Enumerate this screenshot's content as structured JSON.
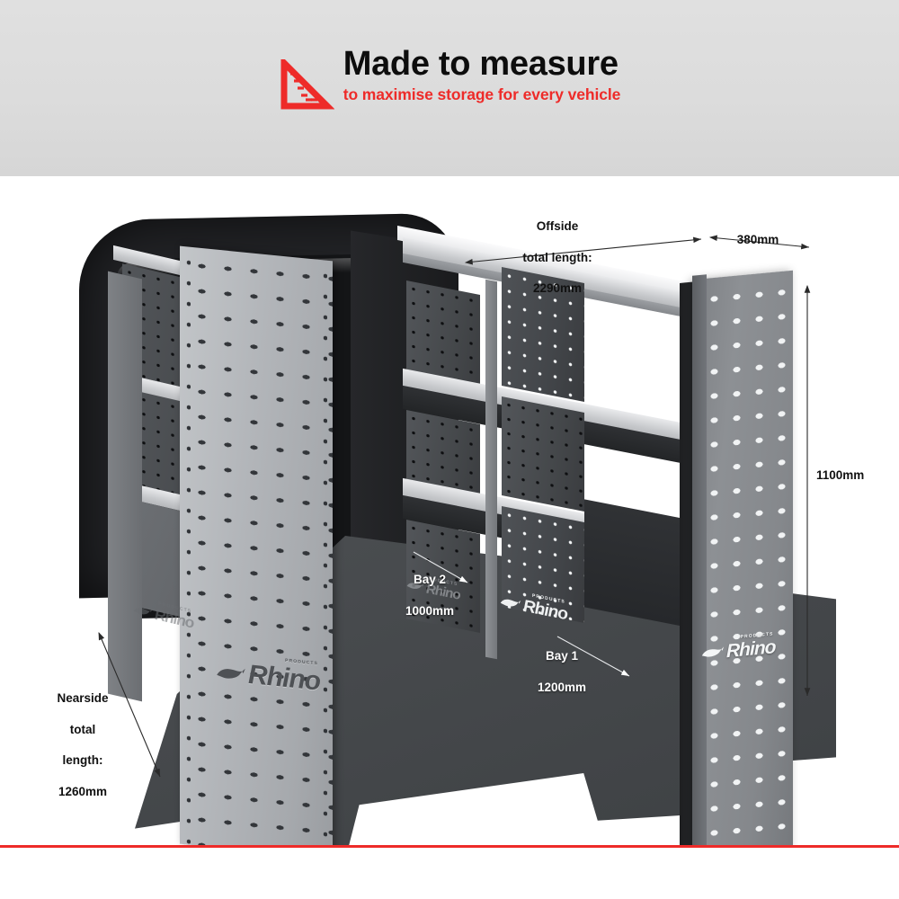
{
  "header": {
    "title": "Made to measure",
    "subtitle": "to maximise storage for every vehicle",
    "icon": "set-square-ruler-icon",
    "accent_color": "#ee2b29",
    "band_color": "#dcdcdc"
  },
  "brand": {
    "name": "Rhino",
    "tagline": "PRODUCTS",
    "logo_icon": "rhino-silhouette-icon"
  },
  "dimensions": {
    "offside": {
      "line1": "Offside",
      "line2": "total length:",
      "line3": "2290mm",
      "value": "2290mm"
    },
    "depth": {
      "label": "380mm",
      "value": "380mm"
    },
    "height": {
      "label": "1100mm",
      "value": "1100mm"
    },
    "nearside": {
      "line1": "Nearside",
      "line2": "total",
      "line3": "length:",
      "line4": "1260mm",
      "value": "1260mm"
    },
    "bay1": {
      "name": "Bay 1",
      "size": "1200mm"
    },
    "bay2": {
      "name": "Bay 2",
      "size": "1000mm"
    }
  },
  "footer": {
    "rule_color": "#ee2b29"
  }
}
